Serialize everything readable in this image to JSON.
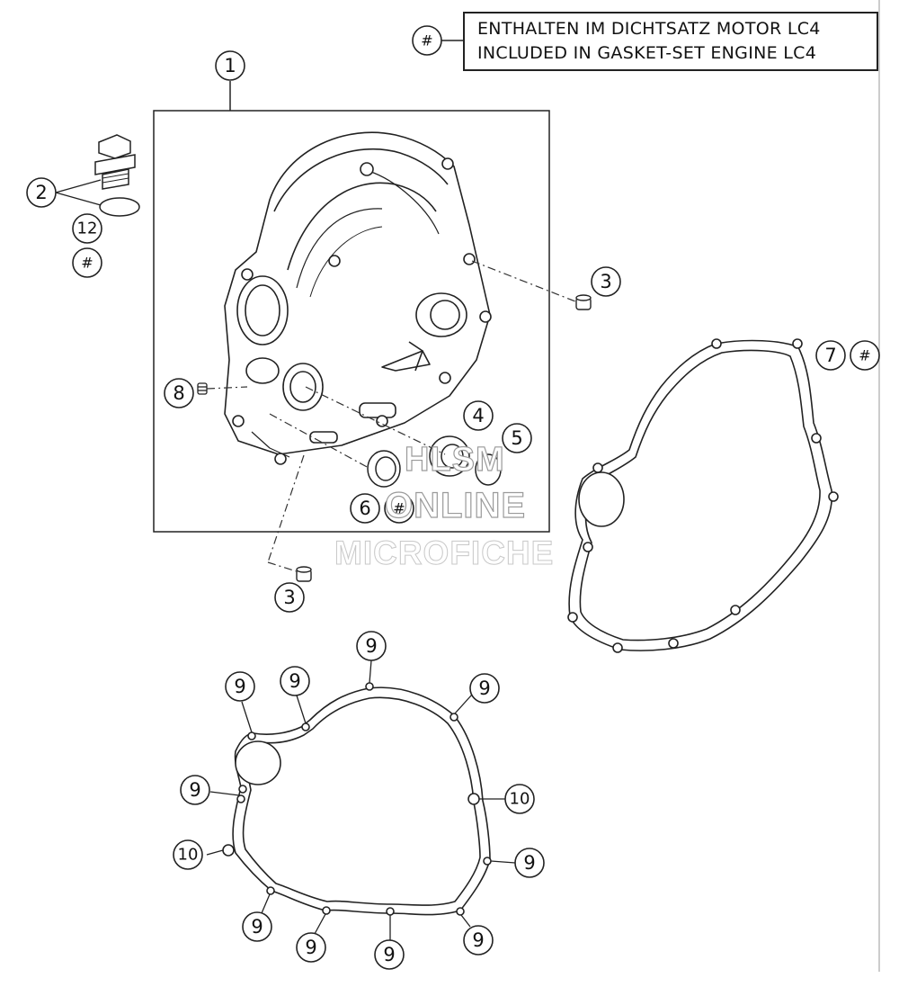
{
  "legend": {
    "symbol": "#",
    "line_de": "ENTHALTEN IM DICHTSATZ MOTOR LC4",
    "line_en": "INCLUDED IN GASKET-SET ENGINE LC4"
  },
  "callouts": {
    "c1": "1",
    "c2": "2",
    "c12": "12",
    "c2_hash": "#",
    "c3_upper": "3",
    "c3_lower": "3",
    "c4": "4",
    "c5": "5",
    "c6": "6",
    "c6_hash": "#",
    "c7": "7",
    "c7_hash": "#",
    "c8": "8",
    "c9": "9",
    "c10": "10"
  },
  "watermark": {
    "line1": "HLSM",
    "line2": "ONLINE",
    "line3": "MICROFICHE"
  }
}
